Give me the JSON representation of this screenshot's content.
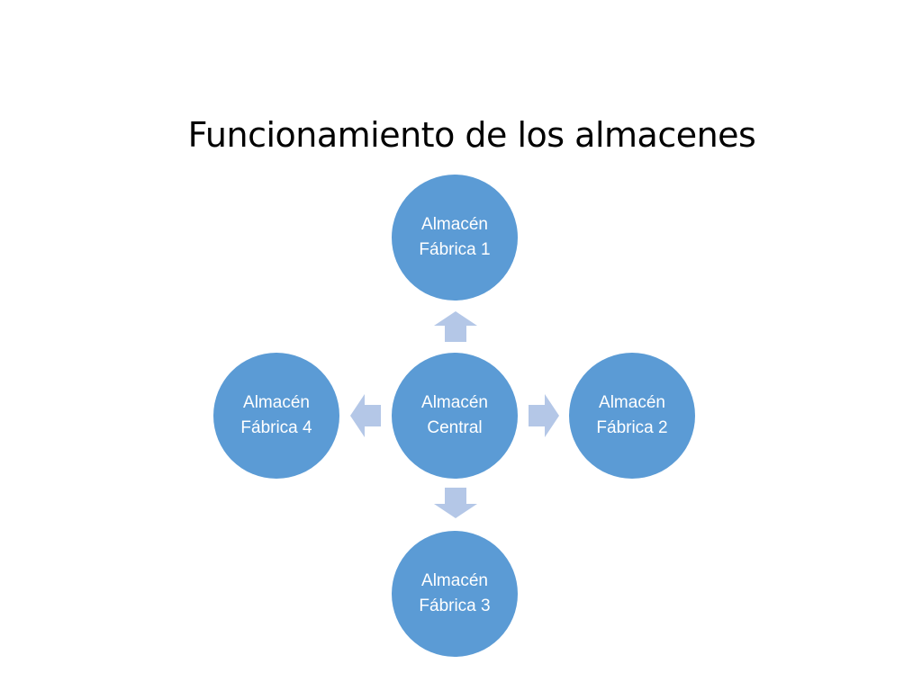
{
  "title": "Funcionamiento de los almacenes",
  "colors": {
    "node_fill": "#5b9bd5",
    "arrow_fill": "#b4c7e7",
    "text": "#ffffff"
  },
  "diagram": {
    "center": {
      "label": "Almacén\nCentral"
    },
    "nodes": [
      {
        "id": "fabrica-1",
        "label": "Almacén\nFábrica 1",
        "direction": "up"
      },
      {
        "id": "fabrica-2",
        "label": "Almacén\nFábrica 2",
        "direction": "right"
      },
      {
        "id": "fabrica-3",
        "label": "Almacén\nFábrica 3",
        "direction": "down"
      },
      {
        "id": "fabrica-4",
        "label": "Almacén\nFábrica 4",
        "direction": "left"
      }
    ]
  }
}
